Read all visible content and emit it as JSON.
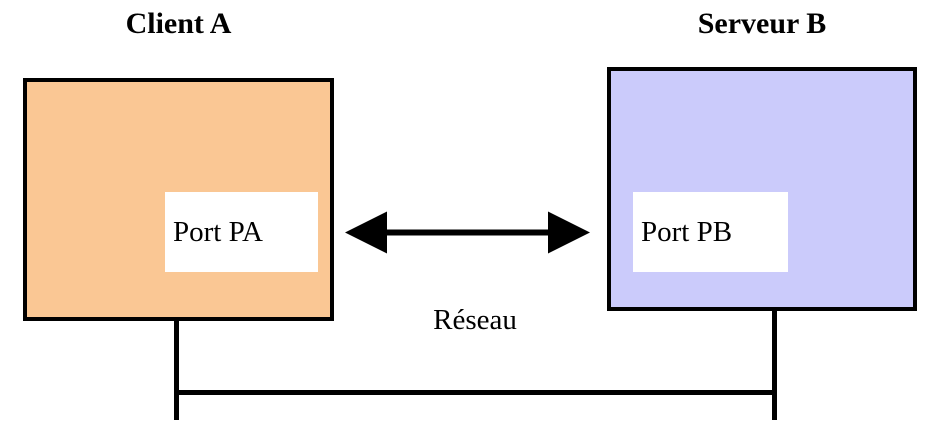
{
  "diagram": {
    "title_client": "Client A",
    "title_server": "Serveur B",
    "network_label": "Réseau",
    "nodes": [
      {
        "id": "client-a",
        "title": "Client A",
        "port_label": "Port PA",
        "fill_color": "#fac794",
        "border_color": "#000000"
      },
      {
        "id": "serveur-b",
        "title": "Serveur B",
        "port_label": "Port PB",
        "fill_color": "#cbcbfb",
        "border_color": "#000000"
      }
    ],
    "connector": {
      "label": "Réseau",
      "style": "double-arrow",
      "color": "#000000"
    },
    "link": {
      "style": "bracket",
      "color": "#000000"
    },
    "background_color": "#ffffff"
  }
}
